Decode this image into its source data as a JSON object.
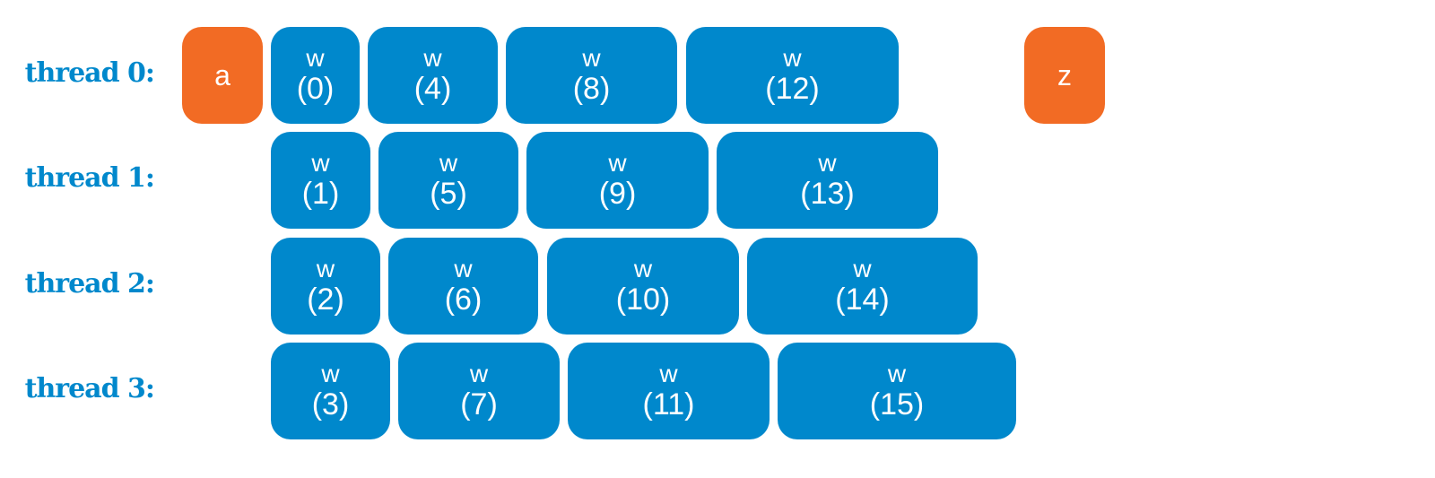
{
  "colors": {
    "work": "#0088cc",
    "endpoint": "#f26b24",
    "label": "#0088cc"
  },
  "rows": [
    {
      "label": "thread 0:",
      "tasks": [
        {
          "name": "w",
          "index": "(0)"
        },
        {
          "name": "w",
          "index": "(4)"
        },
        {
          "name": "w",
          "index": "(8)"
        },
        {
          "name": "w",
          "index": "(12)"
        }
      ]
    },
    {
      "label": "thread 1:",
      "tasks": [
        {
          "name": "w",
          "index": "(1)"
        },
        {
          "name": "w",
          "index": "(5)"
        },
        {
          "name": "w",
          "index": "(9)"
        },
        {
          "name": "w",
          "index": "(13)"
        }
      ]
    },
    {
      "label": "thread 2:",
      "tasks": [
        {
          "name": "w",
          "index": "(2)"
        },
        {
          "name": "w",
          "index": "(6)"
        },
        {
          "name": "w",
          "index": "(10)"
        },
        {
          "name": "w",
          "index": "(14)"
        }
      ]
    },
    {
      "label": "thread 3:",
      "tasks": [
        {
          "name": "w",
          "index": "(3)"
        },
        {
          "name": "w",
          "index": "(7)"
        },
        {
          "name": "w",
          "index": "(11)"
        },
        {
          "name": "w",
          "index": "(15)"
        }
      ]
    }
  ],
  "start": {
    "name": "a"
  },
  "end": {
    "name": "z"
  }
}
